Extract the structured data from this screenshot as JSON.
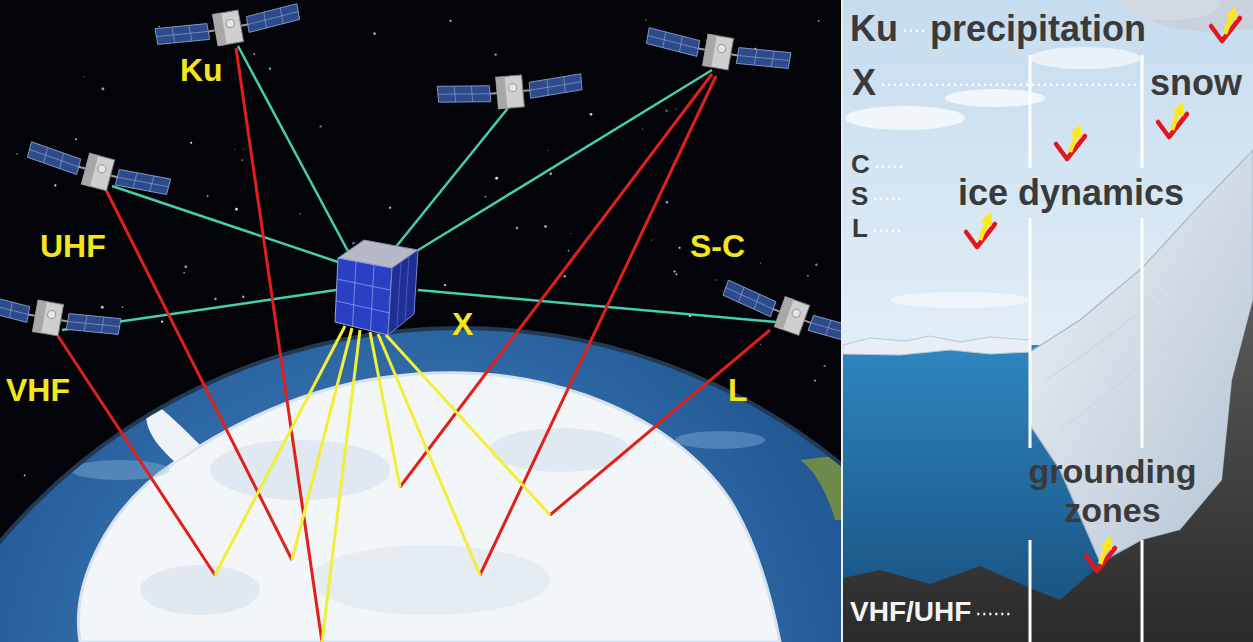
{
  "diagram": {
    "labels": [
      "Ku",
      "UHF",
      "VHF",
      "X",
      "S-C",
      "L",
      "Ku",
      "precipitation",
      "X",
      "snow",
      "C",
      "S",
      "L",
      "ice dynamics",
      "grounding zones",
      "VHF/UHF"
    ]
  }
}
